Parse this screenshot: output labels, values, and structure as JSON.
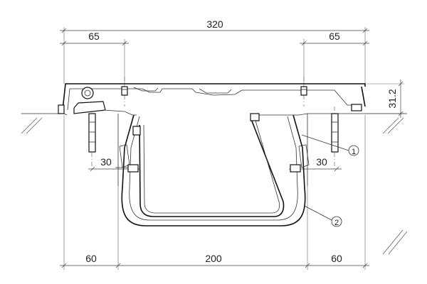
{
  "dimensions": {
    "overall_width": "320",
    "left_offset": "65",
    "right_offset": "65",
    "height": "31.2",
    "left_inner": "30",
    "right_inner": "30",
    "bottom_left": "60",
    "bottom_center": "200",
    "bottom_right": "60"
  },
  "callouts": {
    "item_1": "1",
    "item_2": "2"
  }
}
